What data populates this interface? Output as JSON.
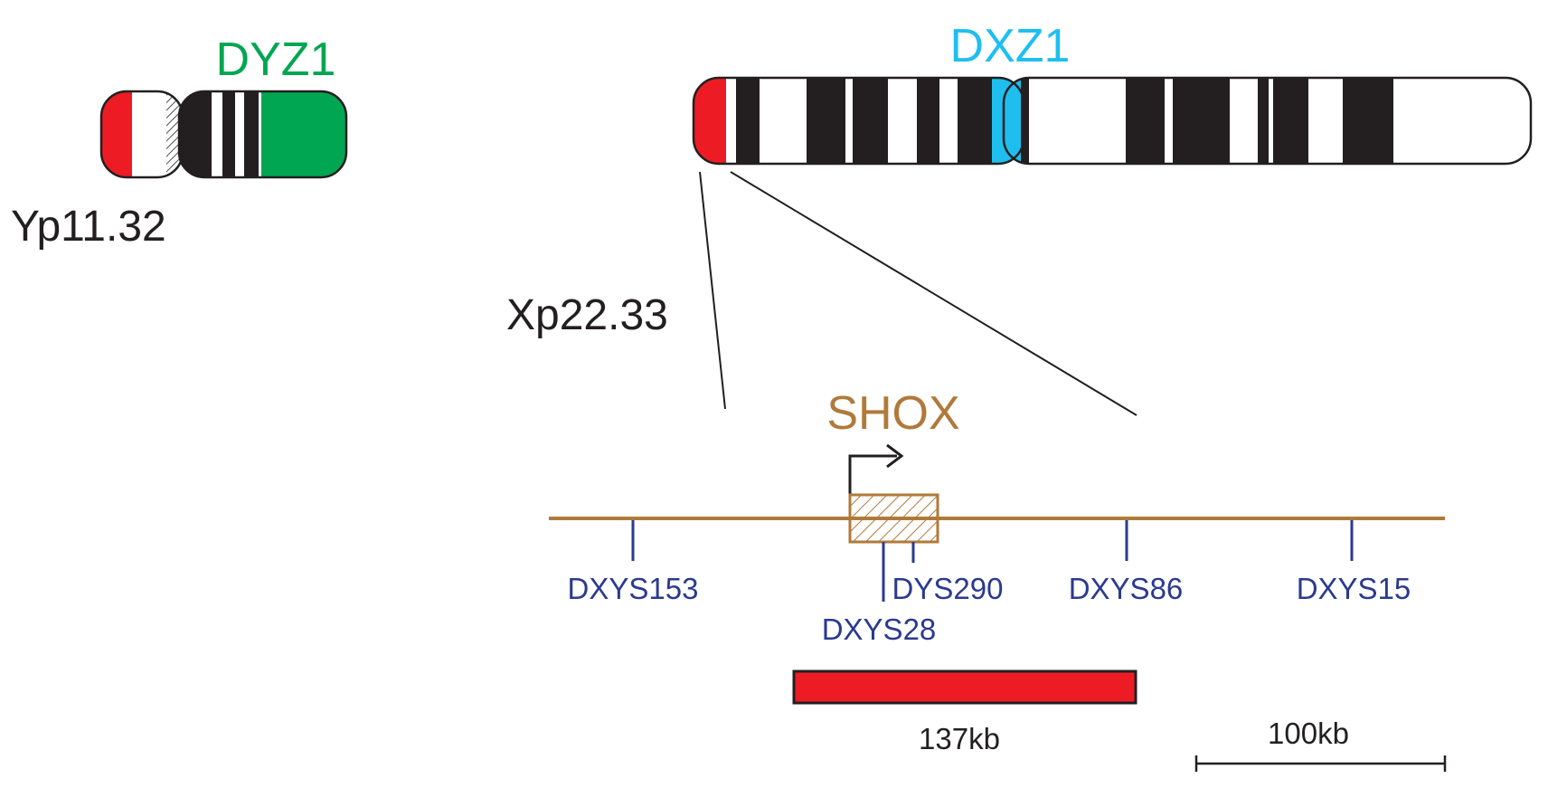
{
  "chromosome_y": {
    "probe_label": "DYZ1",
    "band_label": "Yp11.32",
    "probe_color": "#00a651",
    "pseudo_color": "#ed1c24"
  },
  "chromosome_x": {
    "probe_label": "DXZ1",
    "band_label": "Xp22.33",
    "probe_color": "#1ebfef",
    "pseudo_color": "#ed1c24"
  },
  "gene": {
    "name": "SHOX",
    "color": "#b07a3a"
  },
  "markers": {
    "color": "#2b3a8f",
    "labels": {
      "m1": "DXYS153",
      "m2": "DXYS28",
      "m3": "DYS290",
      "m4": "DXYS86",
      "m5": "DXYS15"
    }
  },
  "deletion": {
    "size_label": "137kb",
    "color": "#ed1c24"
  },
  "scale_bar": {
    "label": "100kb"
  }
}
